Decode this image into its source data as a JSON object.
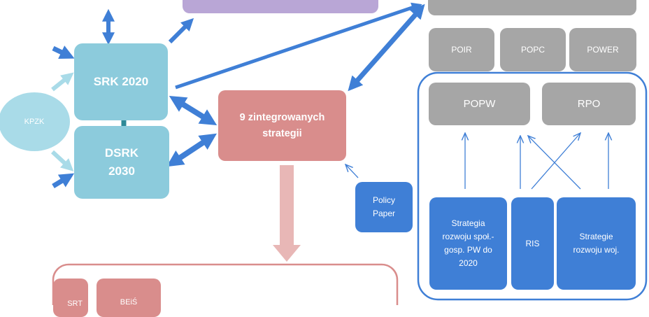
{
  "nodes": {
    "srk": "SRK 2020",
    "dsrk": "DSRK 2030",
    "kpzk": "KPZK",
    "strategies": "9 zintegrowanych strategii",
    "poir": "POIR",
    "popc": "POPC",
    "power": "POWER",
    "popw": "POPW",
    "rpo": "RPO",
    "policy_paper": "Policy Paper",
    "strategia_pw": "Strategia rozwoju społ.-gosp. PW do 2020",
    "ris": "RIS",
    "strategie_woj": "Strategie rozwoju woj.",
    "srt": "SRT",
    "beis": "BEiŚ"
  },
  "colors": {
    "teal": "#8ccbdc",
    "light_teal": "#a9dbe8",
    "grey": "#a6a6a6",
    "blue": "#3f7fd6",
    "pink": "#d98d8c",
    "purple": "#b9a6d6"
  }
}
